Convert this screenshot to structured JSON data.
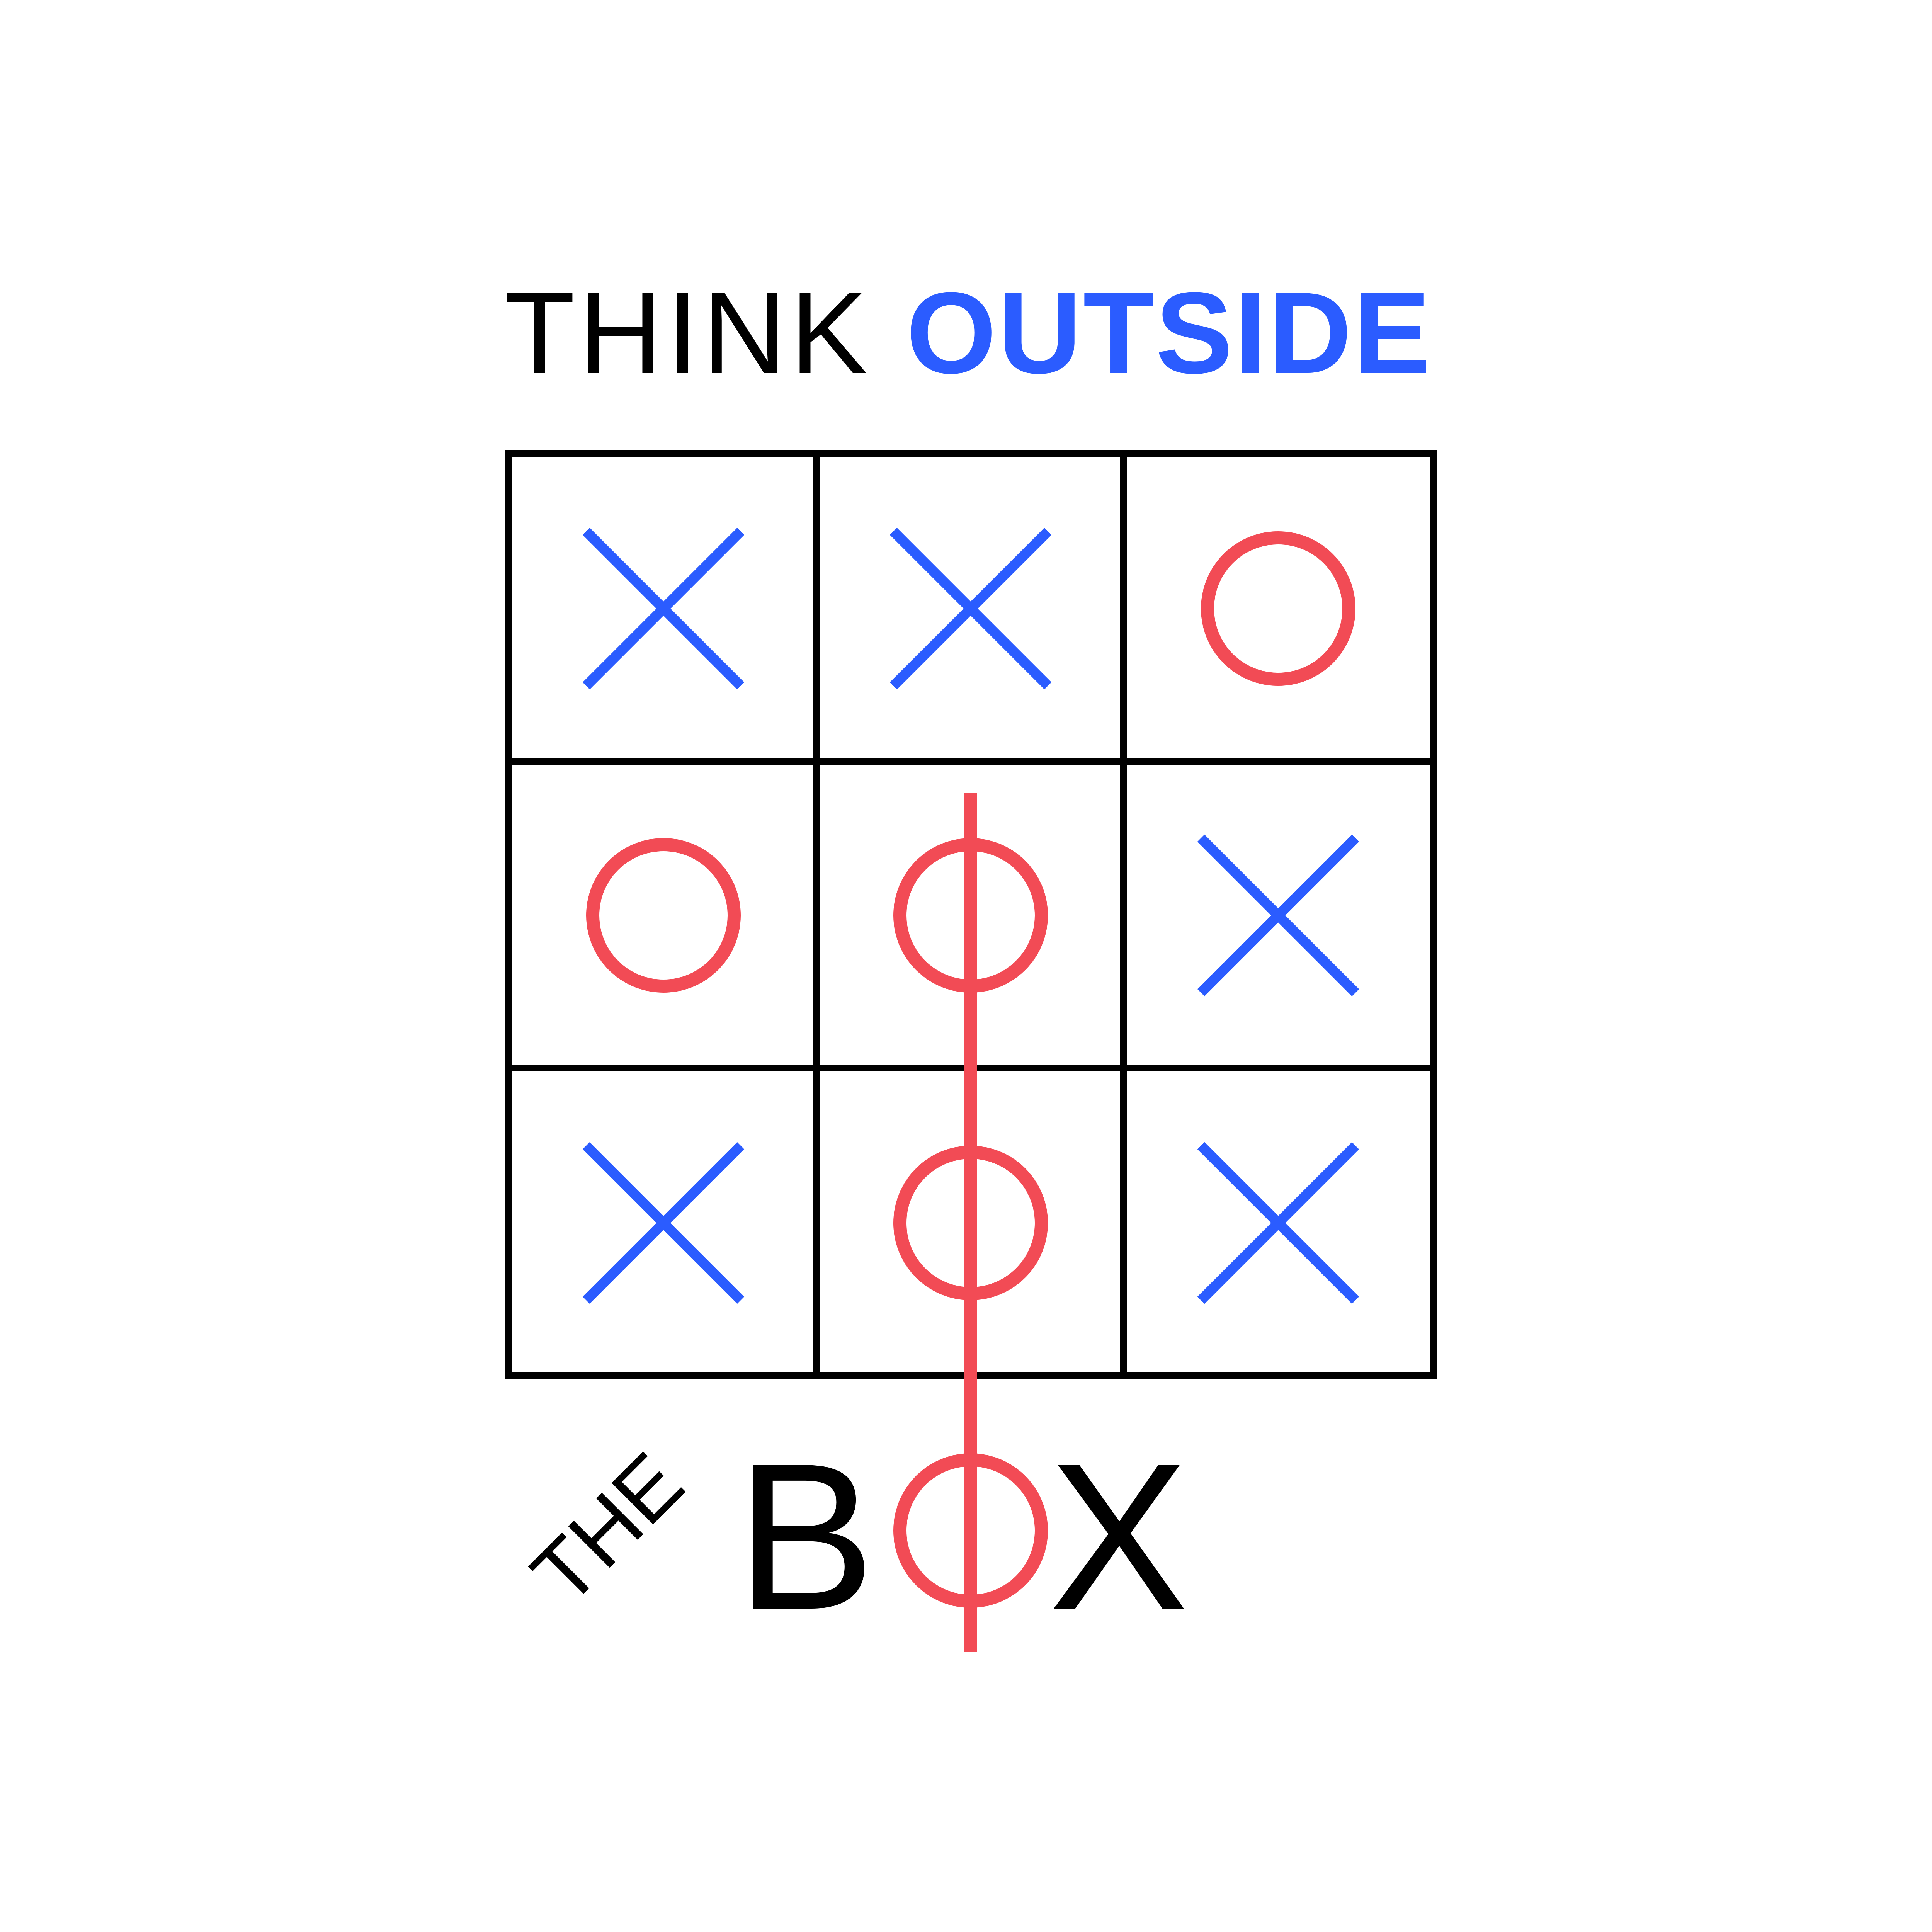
{
  "title": {
    "word1": "THINK",
    "word2": "OUTSIDE"
  },
  "footer": {
    "the": "THE",
    "box_prefix": "B",
    "box_suffix": "X"
  },
  "colors": {
    "text": "#000000",
    "accent_blue": "#2b5cff",
    "accent_red": "#f24b55",
    "grid": "#000000",
    "background": "#ffffff"
  },
  "board": {
    "cells": [
      [
        "X",
        "X",
        "O"
      ],
      [
        "O",
        "O",
        "X"
      ],
      [
        "X",
        "O",
        "X"
      ]
    ],
    "strike": "middle-column"
  }
}
